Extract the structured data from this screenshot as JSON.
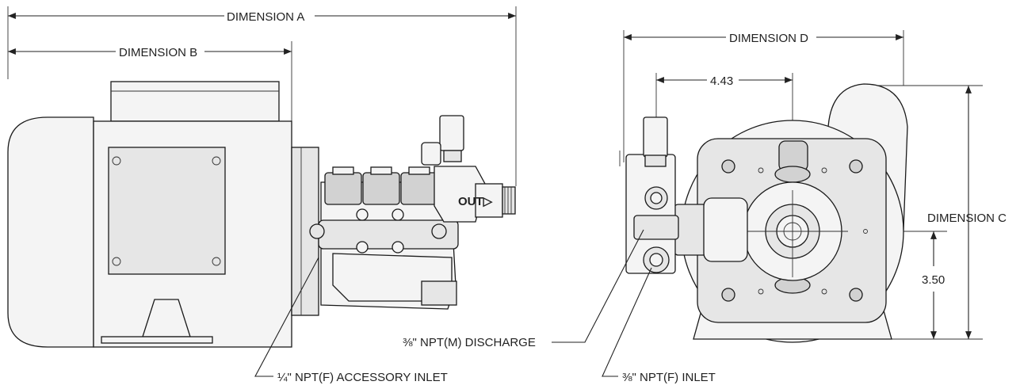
{
  "dimensions": {
    "a": "DIMENSION A",
    "b": "DIMENSION B",
    "c": "DIMENSION C",
    "d": "DIMENSION D",
    "offset_443": "4.43",
    "height_350": "3.50"
  },
  "callouts": {
    "accessory_inlet": "¼\" NPT(F) ACCESSORY INLET",
    "discharge": "⅜\" NPT(M) DISCHARGE",
    "inlet": "⅜\" NPT(F) INLET",
    "outlet_mark": "OUT▷"
  }
}
